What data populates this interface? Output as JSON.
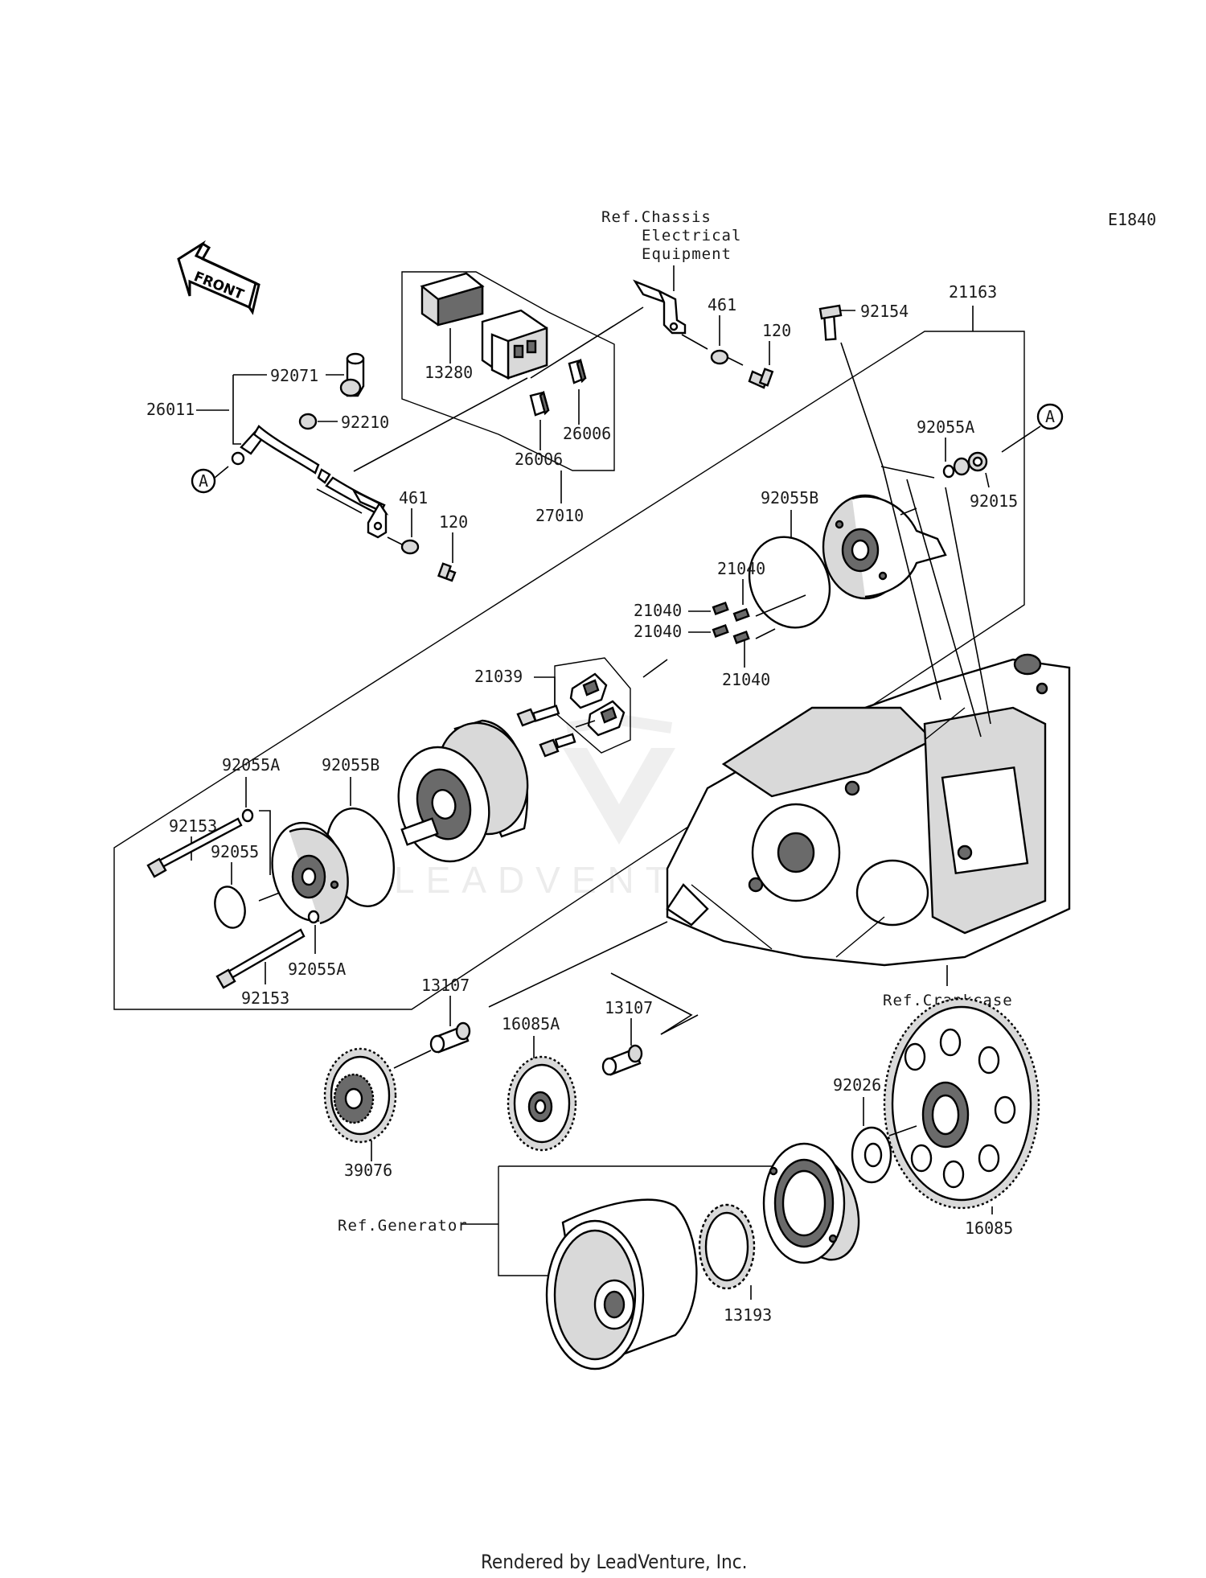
{
  "diagram_code": "E1840",
  "direction_arrow": {
    "label": "FRONT"
  },
  "references": {
    "chassis_line1": "Ref.Chassis",
    "chassis_line2": "Electrical",
    "chassis_line3": "Equipment",
    "crankcase": "Ref.Crankcase",
    "generator": "Ref.Generator"
  },
  "connector_marks": {
    "a_left": "A",
    "a_right": "A"
  },
  "watermark": "LEADVENTURE",
  "footer": "Rendered by LeadVenture, Inc.",
  "parts": {
    "p92071": "92071",
    "p26011": "26011",
    "p92210": "92210",
    "p13280": "13280",
    "p26006_a": "26006",
    "p26006_b": "26006",
    "p27010": "27010",
    "p461_top": "461",
    "p120_top": "120",
    "p461_bottom": "461",
    "p120_bottom": "120",
    "p92154": "92154",
    "p21163": "21163",
    "p92055A_top": "92055A",
    "p92015": "92015",
    "p92055B_top": "92055B",
    "p21040_a": "21040",
    "p21040_b": "21040",
    "p21040_c": "21040",
    "p21040_d": "21040",
    "p21039": "21039",
    "p92055A_left": "92055A",
    "p92055B_left": "92055B",
    "p92153_top": "92153",
    "p92055": "92055",
    "p92153_bottom": "92153",
    "p92055A_bottom": "92055A",
    "p13107_left": "13107",
    "p13107_right": "13107",
    "p16085A": "16085A",
    "p39076": "39076",
    "p92026": "92026",
    "p16085": "16085",
    "p13193": "13193"
  }
}
